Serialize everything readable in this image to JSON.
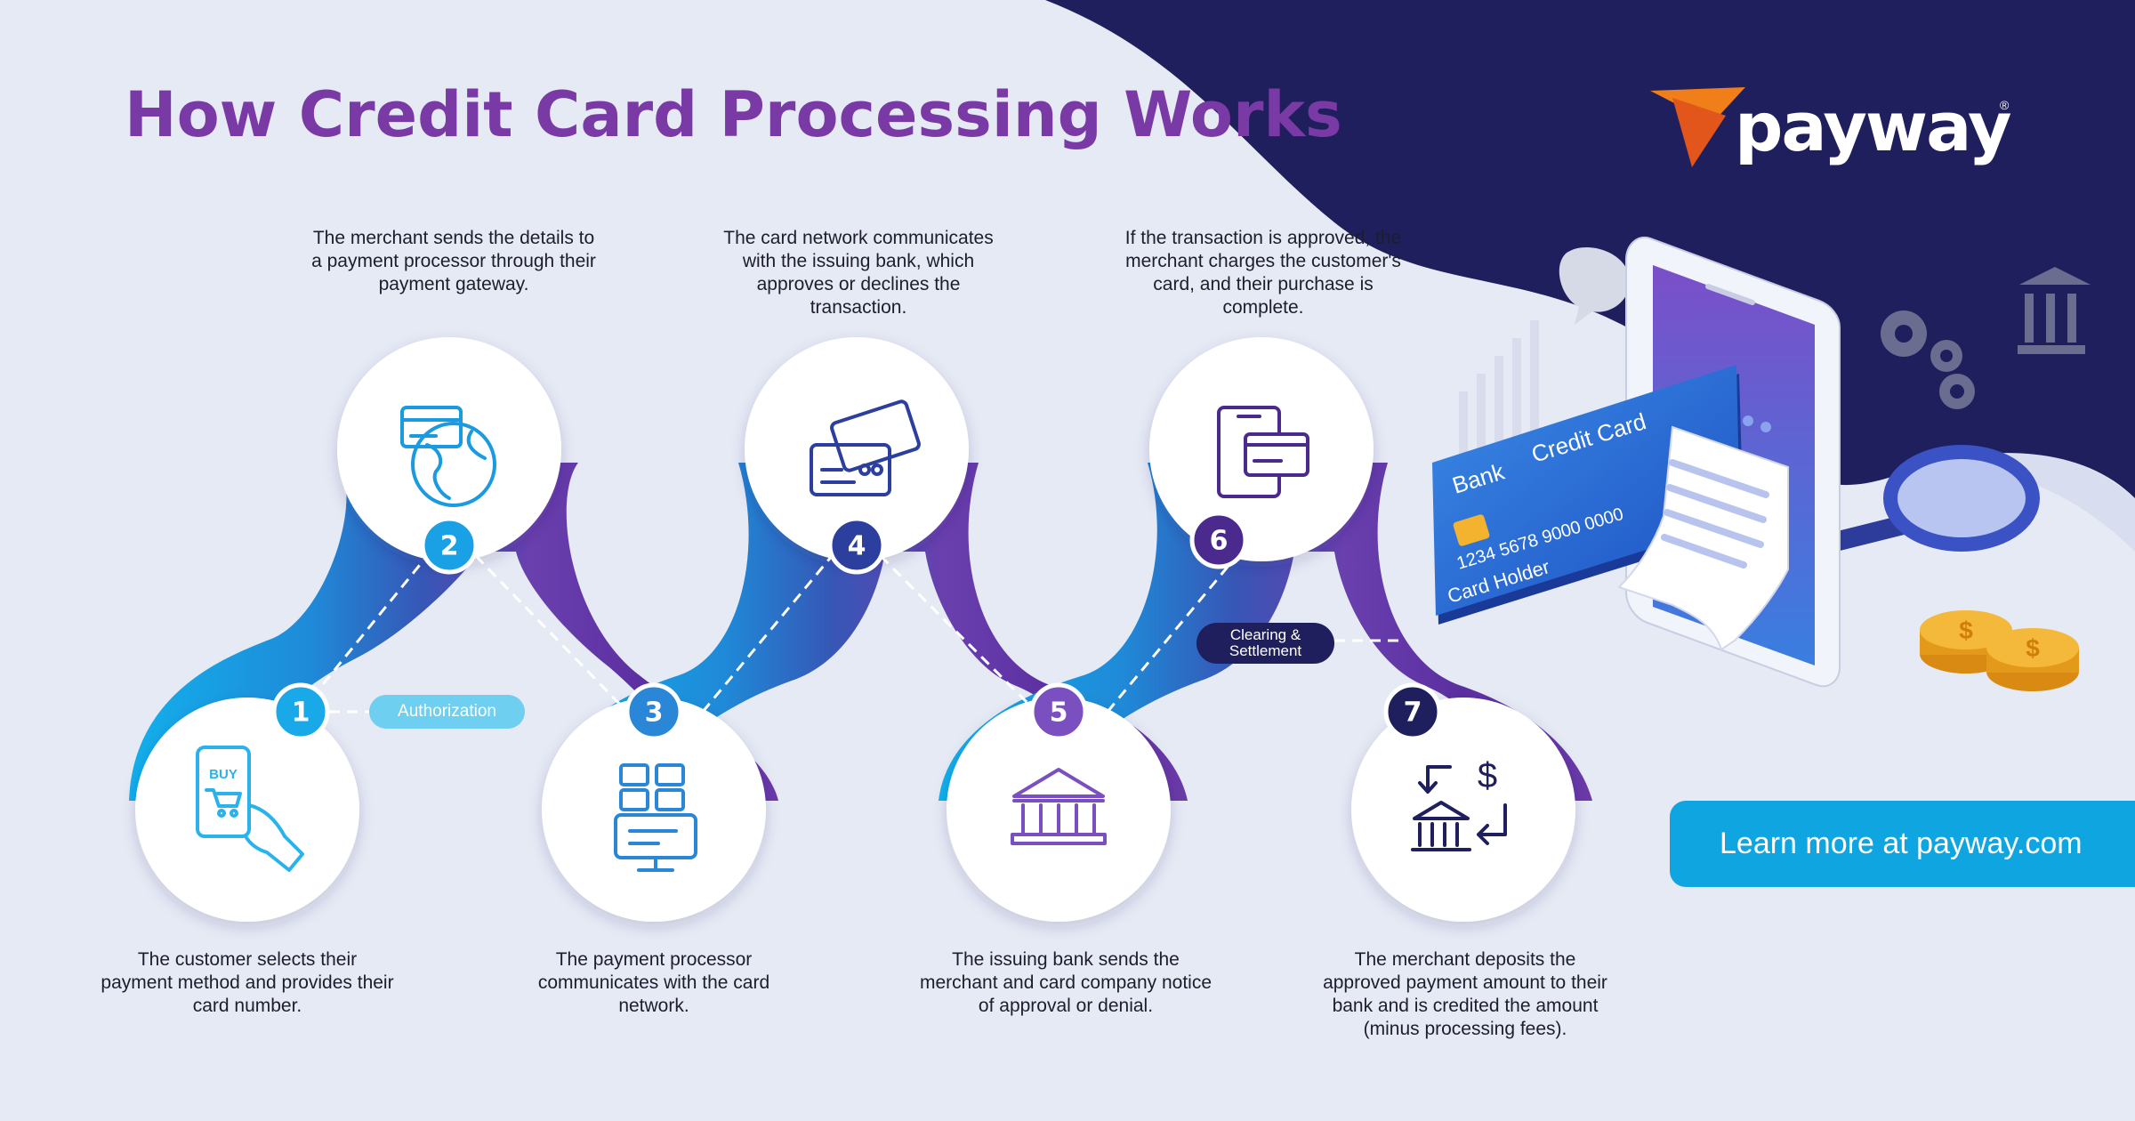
{
  "title": "How Credit Card Processing Works",
  "brand": {
    "name": "payway",
    "mark": "®"
  },
  "cta": {
    "label": "Learn more at payway.com"
  },
  "pills": {
    "authorization": "Authorization",
    "clearing": "Clearing & Settlement"
  },
  "steps": [
    {
      "number": "1",
      "icon": "mobile-shopping-hand-icon",
      "text": "The customer selects their payment method and provides their card number."
    },
    {
      "number": "2",
      "icon": "card-globe-icon",
      "text": "The merchant sends the details to a payment processor through their payment gateway."
    },
    {
      "number": "3",
      "icon": "server-terminal-icon",
      "text": "The payment processor communicates with the card network."
    },
    {
      "number": "4",
      "icon": "credit-cards-icon",
      "text": "The card network communicates with the issuing bank, which approves or declines the transaction."
    },
    {
      "number": "5",
      "icon": "bank-icon",
      "text": "The issuing bank sends the merchant and card company notice of approval or denial."
    },
    {
      "number": "6",
      "icon": "tablet-card-icon",
      "text": "If the transaction is approved, the merchant charges the customer's card, and their purchase is complete."
    },
    {
      "number": "7",
      "icon": "bank-deposit-icon",
      "text": "The merchant deposits the approved payment amount to their bank and is credited the amount (minus processing fees)."
    }
  ],
  "illustration": {
    "card_bank": "Bank",
    "card_type": "Credit Card",
    "card_number": "1234  5678  9000  0000",
    "card_holder": "Card Holder",
    "coin_symbol": "$",
    "deposit_symbol": "$"
  },
  "colors": {
    "title": "#7a3aa6",
    "navy": "#1e1f5c",
    "sky": "#0ea5e1",
    "step1": "#12a9e6",
    "step2": "#1a9ae0",
    "step3": "#2a7fcf",
    "step4": "#3b4cae",
    "step5": "#6a3fae",
    "step6": "#5a2f9a",
    "step7": "#2a2360"
  }
}
